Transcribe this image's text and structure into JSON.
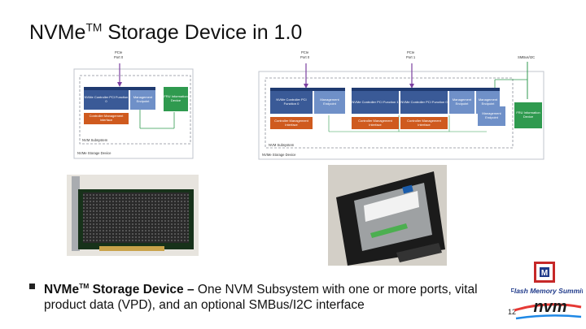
{
  "slide": {
    "title_main": "NVMe",
    "title_tm": "TM",
    "title_rest": " Storage Device in 1.0",
    "page_number": "12"
  },
  "diagram_left": {
    "top_label_1": "PCIe",
    "top_label_2": "Port 0",
    "controller": "NVMe Controller PCI Function 0",
    "mgmt": "Management Endpoint",
    "fru": "FRU Information Device",
    "cmi": "Controller Management Interface",
    "subsystem": "NVM Subsystem",
    "device": "NVMe Storage Device"
  },
  "diagram_right": {
    "port0_1": "PCIe",
    "port0_2": "Port 0",
    "port1_1": "PCIe",
    "port1_2": "Port 1",
    "smbus": "SMBus/I2C",
    "ctrl0": "NVMe Controller PCI Function 0",
    "mgmt0": "Management Endpoint",
    "ctrl1": "NVMe Controller PCI Function 1",
    "mgmt1": "Management Endpoint",
    "ctrl2": "NVMe Controller PCI Function 0",
    "mgmt2": "Management Endpoint",
    "cmi0": "Controller Management Interface",
    "cmi1": "Controller Management Interface",
    "cmi2": "Controller Management Interface",
    "mgmt_smbus": "Management Endpoint",
    "fru": "FRU Information Device",
    "subsystem": "NVM Subsystem",
    "device": "NVMe Storage Device"
  },
  "bullet": {
    "bold_main": "NVMe",
    "bold_tm": "TM",
    "bold_rest": " Storage Device –",
    "text": " One NVM Subsystem with one or more ports, vital product data (VPD), and an optional SMBus/I2C interface"
  },
  "logo": {
    "line1": "Flash Memory Summit",
    "line2": "nvm"
  },
  "colors": {
    "controller_blue": "#3a5a97",
    "endpoint_blue": "#6f90c8",
    "cmi_orange": "#cf5a1e",
    "fru_green": "#2f9a4f",
    "port_purple": "#7b3fa0"
  }
}
